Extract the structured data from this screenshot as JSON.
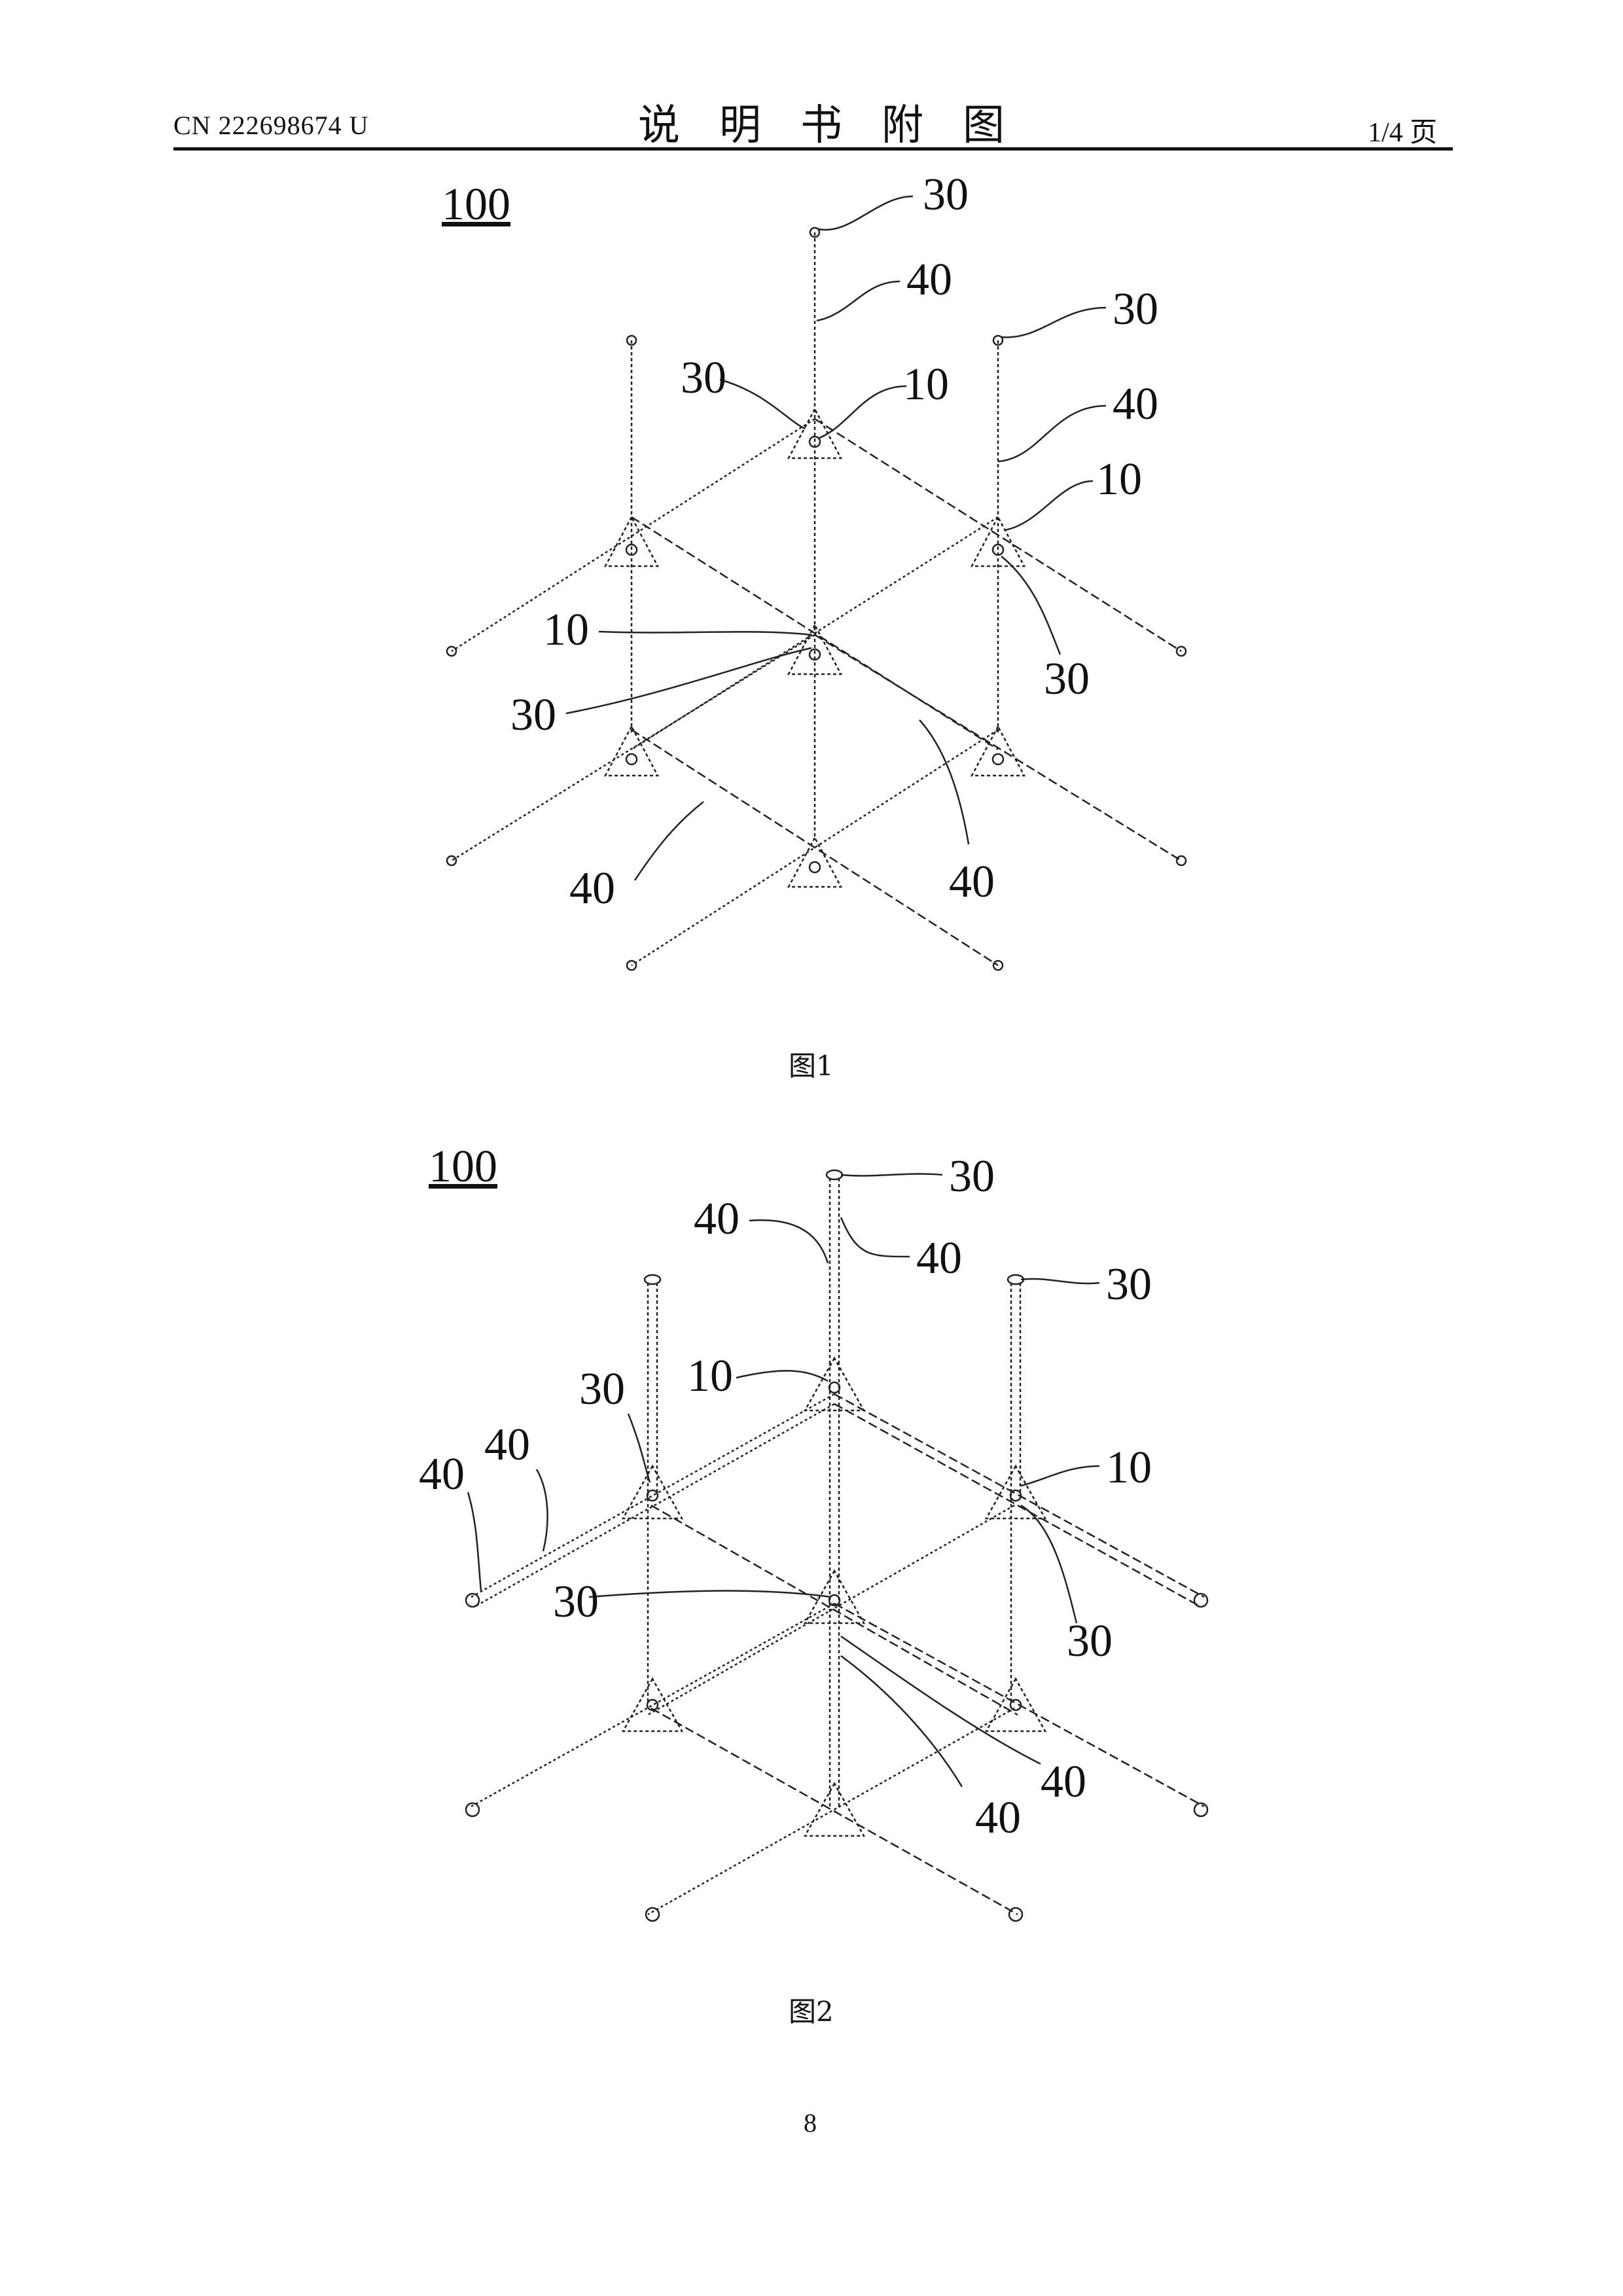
{
  "header": {
    "patent_number": "CN 222698674 U",
    "section_title": "说明书附图",
    "page_of": "1/4 页"
  },
  "figures": [
    {
      "assembly_label": "100",
      "caption": "图1",
      "labels": [
        "30",
        "40",
        "30",
        "30",
        "10",
        "40",
        "10",
        "10",
        "30",
        "30",
        "40",
        "40"
      ]
    },
    {
      "assembly_label": "100",
      "caption": "图2",
      "labels": [
        "30",
        "40",
        "40",
        "30",
        "10",
        "30",
        "40",
        "40",
        "10",
        "30",
        "30",
        "40",
        "40"
      ]
    }
  ],
  "page_number": "8"
}
